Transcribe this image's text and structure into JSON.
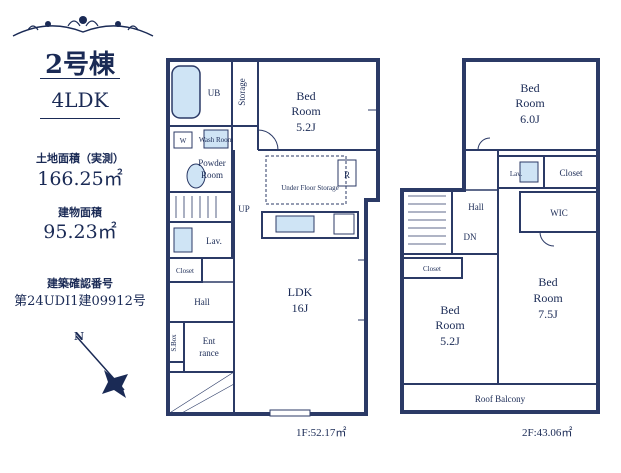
{
  "building": {
    "unit": "2号棟",
    "layout": "4LDK",
    "land_area_label": "土地面積（実測）",
    "land_area": "166.25㎡",
    "building_area_label": "建物面積",
    "building_area": "95.23㎡",
    "confirmation_label": "建築確認番号",
    "confirmation_number": "第24UDI1建09912号"
  },
  "floor1": {
    "area": "1F:52.17㎡",
    "bed_label": "Bed",
    "bed_room": "Room",
    "bed_size": "5.2J",
    "ub": "UB",
    "storage": "Storage",
    "wm": "W",
    "washroom": "Wash Room",
    "powder": "Powder",
    "powder_room": "Room",
    "r": "R",
    "underfloor": "Under Floor Storage",
    "up": "UP",
    "lav": "Lav.",
    "closet": "Closet",
    "hall": "Hall",
    "sbox": "S.Box",
    "ent": "Ent",
    "rance": "rance",
    "ldk": "LDK",
    "ldk_size": "16J"
  },
  "floor2": {
    "area": "2F:43.06㎡",
    "bed1_label": "Bed",
    "bed1_room": "Room",
    "bed1_size": "6.0J",
    "lav": "Lav.",
    "closet1": "Closet",
    "hall": "Hall",
    "dn": "DN",
    "wic": "WIC",
    "closet2": "Closet",
    "bed2_label": "Bed",
    "bed2_room": "Room",
    "bed2_size": "5.2J",
    "bed3_label": "Bed",
    "bed3_room": "Room",
    "bed3_size": "7.5J",
    "roof_balcony": "Roof Balcony"
  },
  "compass": "N",
  "colors": {
    "ink": "#1a2a55",
    "fixture": "#cfe4f5",
    "line": "#2b3a66"
  }
}
